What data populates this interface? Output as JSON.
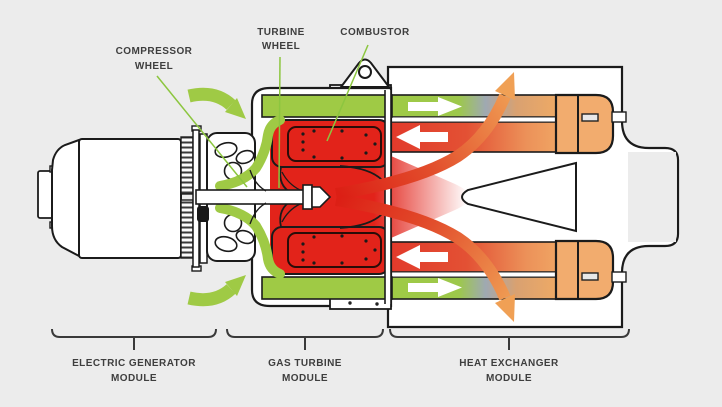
{
  "diagram_title": "Microturbine cutaway diagram",
  "colors": {
    "background": "#ECECEC",
    "outline": "#1B1B1B",
    "label_text": "#3E3E3E",
    "leader_green": "#8CC63F",
    "green": "#9FCA45",
    "red": "#E2231A",
    "orange": "#F0A055",
    "cap_orange": "#F2AC6E",
    "white": "#FFFFFF",
    "bracket": "#3A3A3A"
  },
  "callouts": [
    {
      "id": "compressor-wheel",
      "lines": [
        "COMPRESSOR",
        "WHEEL"
      ]
    },
    {
      "id": "turbine-wheel",
      "lines": [
        "TURBINE",
        "WHEEL"
      ]
    },
    {
      "id": "combustor",
      "lines": [
        "COMBUSTOR"
      ]
    }
  ],
  "modules": [
    {
      "id": "electric-generator-module",
      "lines": [
        "ELECTRIC GENERATOR",
        "MODULE"
      ]
    },
    {
      "id": "gas-turbine-module",
      "lines": [
        "GAS TURBINE",
        "MODULE"
      ]
    },
    {
      "id": "heat-exchanger-module",
      "lines": [
        "HEAT EXCHANGER",
        "MODULE"
      ]
    }
  ],
  "flow_icons": {
    "air_intake": "green-curved-intake-arrow",
    "compressed_air": "white-right-flow-arrow",
    "heated_air_return": "white-left-flow-arrow",
    "exhaust": "orange-curved-exhaust-arrow"
  }
}
